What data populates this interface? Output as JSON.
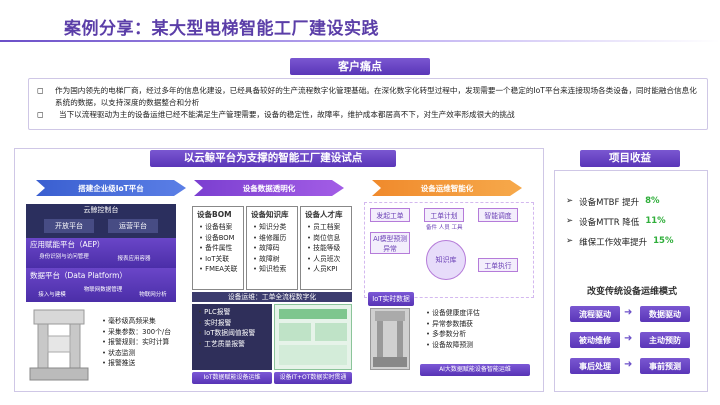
{
  "title": "案例分享：某大型电梯智能工厂建设实践",
  "pain": {
    "tag": "客户痛点",
    "items": [
      "作为国内领先的电梯厂商，经过多年的信息化建设，已经具备较好的生产流程数字化管理基础。在深化数字化转型过程中，发现需要一个稳定的IoT平台来连接现场各类设备，同时能融合信息化系统的数据，以支持深度的数据整合和分析",
      "当下以流程驱动为主的设备运维已经不能满足生产管理需要，设备的稳定性，故障率，维护成本都居高不下，对生产效率形成很大的挑战"
    ]
  },
  "main": {
    "banner": "以云鲸平台为支撑的智能工厂建设试点",
    "stages": [
      "搭建企业级IoT平台",
      "设备数据透明化",
      "设备运维智能化"
    ],
    "platform": {
      "top_label": "云鲸控制台",
      "dev_platform": "开放平台",
      "ops_platform": "运营平台",
      "aep": "应用赋能平台（AEP）",
      "aep_items": [
        "身份识别与访问管理",
        "报表应用容器"
      ],
      "dp": "数据平台（Data Platform）",
      "dp_items": [
        "接入与建模",
        "物联网数据管理",
        "物联网分析"
      ],
      "features": [
        "毫秒级高频采集",
        "采集参数：300个/台",
        "报警规则：实时计算",
        "状态监测",
        "报警推送"
      ]
    },
    "transparency": {
      "cols": [
        {
          "head": "设备BOM",
          "items": [
            "设备档案",
            "设备BOM",
            "备件属性",
            "IoT关联",
            "FMEA关联"
          ]
        },
        {
          "head": "设备知识库",
          "items": [
            "知识分类",
            "维修履历",
            "故障码",
            "故障树",
            "知识检索"
          ]
        },
        {
          "head": "设备人才库",
          "items": [
            "员工档案",
            "岗位信息",
            "技能等级",
            "人员班次",
            "人员KPI"
          ]
        }
      ],
      "ops_bar": "设备运维：工单全流程数字化",
      "ops_items": [
        "PLC报警",
        "实时报警",
        "IoT数据阈值报警",
        "工艺质量报警"
      ],
      "footer_left": "IoT数据赋能设备运维",
      "footer_right": "设备IT+OT数据实时贯通"
    },
    "intelligent": {
      "flow": [
        "发起工单",
        "工单计划",
        "智能调度",
        "AI模型预测异常",
        "知识库",
        "工单执行",
        "IoT实时数据"
      ],
      "sub_tags": "备件 人员 工具",
      "items": [
        "设备健康度评估",
        "异常参数捕获",
        "多参数分析",
        "设备故障预测"
      ],
      "footer": "AI大数据赋能设备智能运维"
    }
  },
  "benefits": {
    "tag": "项目收益",
    "items": [
      {
        "label": "设备MTBF 提升",
        "value": "8%"
      },
      {
        "label": "设备MTTR 降低",
        "value": "11%"
      },
      {
        "label": "维保工作效率提升",
        "value": "15%"
      }
    ],
    "change_title": "改变传统设备运维模式",
    "pairs": [
      {
        "from": "流程驱动",
        "to": "数据驱动"
      },
      {
        "from": "被动维修",
        "to": "主动预防"
      },
      {
        "from": "事后处理",
        "to": "事前预测"
      }
    ]
  }
}
